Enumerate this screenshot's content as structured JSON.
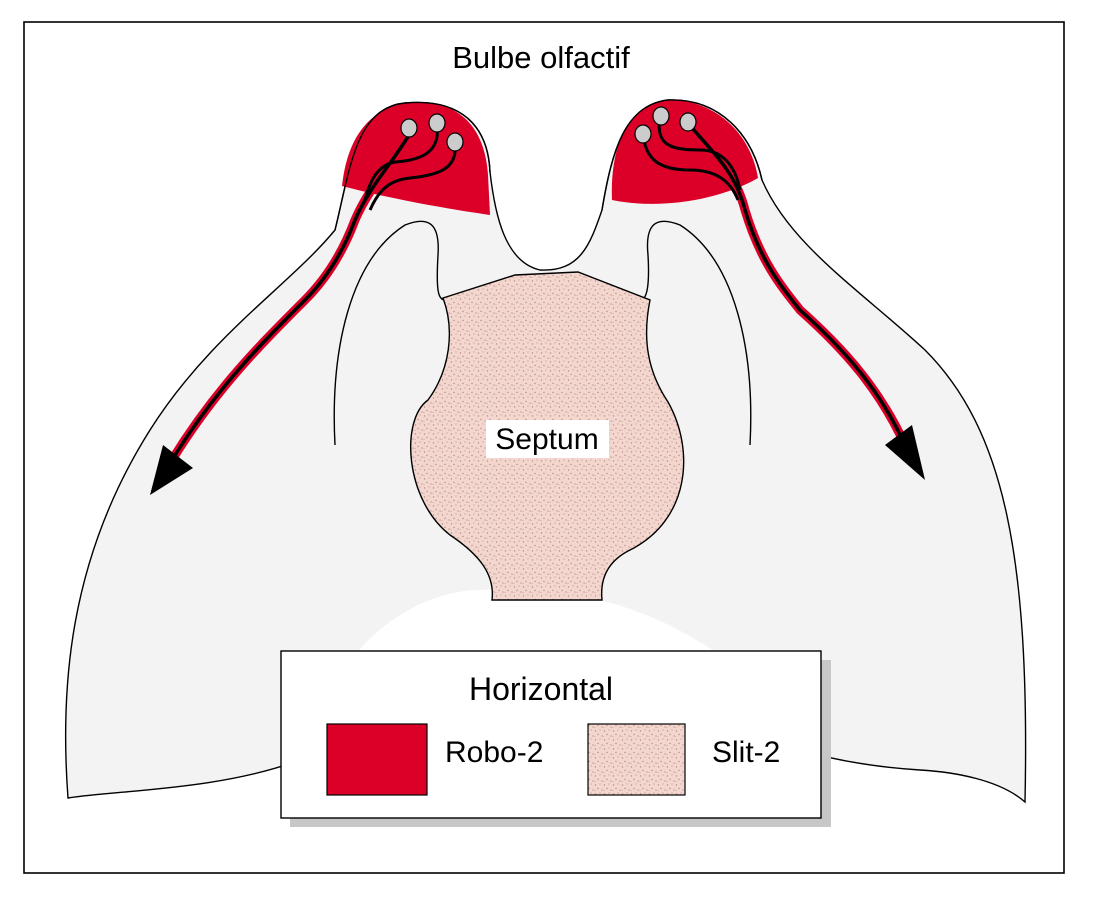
{
  "labels": {
    "title": "Bulbe olfactif",
    "septum": "Septum"
  },
  "legend": {
    "title": "Horizontal",
    "items": [
      {
        "label": "Robo-2",
        "color": "#dc0028"
      },
      {
        "label": "Slit-2",
        "color": "#f3d7cf"
      }
    ]
  },
  "colors": {
    "tissue": "#f3f3f3",
    "robo": "#dc0028",
    "slit_base": "#f3d7cf",
    "slit_dots": "#b98a85",
    "neuron": "#cccccc",
    "axon": "#000000"
  }
}
